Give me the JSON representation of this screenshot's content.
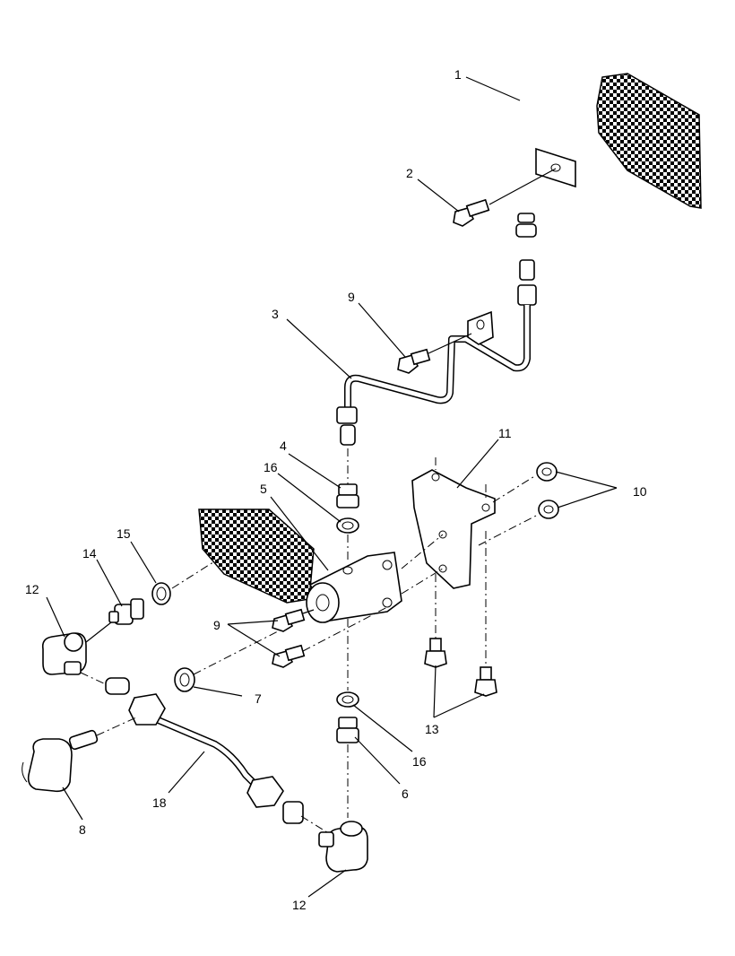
{
  "callouts": {
    "c1": "1",
    "c2": "2",
    "c3": "3",
    "c4": "4",
    "c5": "5",
    "c6": "6",
    "c7": "7",
    "c8": "8",
    "c9a": "9",
    "c9b": "9",
    "c10": "10",
    "c11": "11",
    "c12a": "12",
    "c12b": "12",
    "c13": "13",
    "c14": "14",
    "c15": "15",
    "c16a": "16",
    "c16b": "16",
    "c18": "18"
  },
  "colors": {
    "line": "#000000",
    "background": "#ffffff"
  }
}
